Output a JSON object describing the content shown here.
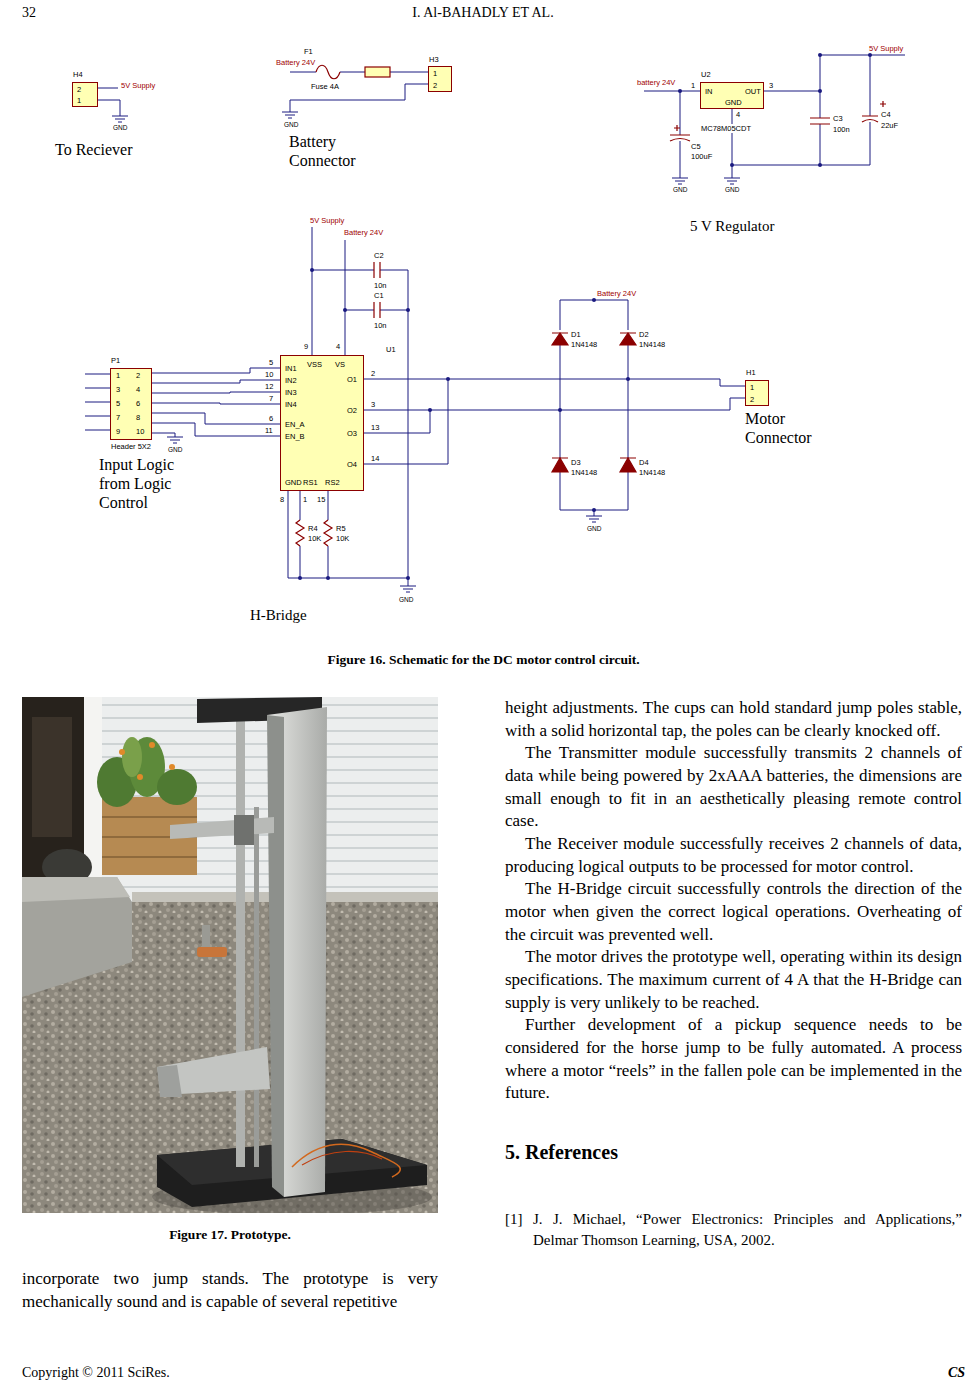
{
  "diagram": {
    "caption": "Figure 16. Schematic for the DC motor control circuit.",
    "nodes": [
      {
        "text": [
          "2",
          "1"
        ]
      },
      {
        "text": [
          "1",
          "2"
        ]
      },
      {
        "text": [
          "IN",
          "OUT",
          "GND"
        ]
      },
      {
        "text": [
          "1",
          "2",
          "3",
          "4",
          "5",
          "6",
          "7",
          "8",
          "9",
          "10"
        ]
      },
      {
        "text": [
          "IN1",
          "IN2",
          "IN3",
          "IN4",
          "EN_A",
          "EN_B",
          "VSS",
          "VS",
          "O1",
          "O2",
          "O3",
          "O4",
          "GND",
          "RS1",
          "RS2"
        ]
      },
      {
        "text": [
          "1",
          "2"
        ]
      }
    ],
    "edges": [
      {
        "from": 3,
        "to": 4,
        "arrow": "none"
      },
      {
        "from": 3,
        "to": 4,
        "arrow": "none"
      },
      {
        "from": 3,
        "to": 4,
        "arrow": "none"
      },
      {
        "from": 3,
        "to": 4,
        "arrow": "none"
      },
      {
        "from": 3,
        "to": 4,
        "arrow": "none"
      },
      {
        "from": 3,
        "to": 4,
        "arrow": "none"
      },
      {
        "from": 4,
        "to": 5,
        "arrow": "none"
      },
      {
        "from": 4,
        "to": 5,
        "arrow": "none"
      }
    ],
    "labels": [
      "32",
      "I. Al-BAHADLY ET AL.",
      "H4",
      "5V Supply",
      "GND",
      "To Reciever",
      "F1",
      "Battery 24V",
      "Fuse 4A",
      "H3",
      "GND",
      "Battery Connector",
      "U2",
      "battery 24V",
      "1",
      "3",
      "4",
      "MC78M05CDT",
      "C5",
      "100uF",
      "GND",
      "GND",
      "C3",
      "100n",
      "C4",
      "22uF",
      "5V Supply",
      "5 V Regulator",
      "5V Supply",
      "Battery 24V",
      "C2",
      "10n",
      "C1",
      "10n",
      "U1",
      "9",
      "4",
      "5",
      "10",
      "12",
      "7",
      "6",
      "11",
      "2",
      "3",
      "13",
      "14",
      "8",
      "1",
      "15",
      "R4",
      "10K",
      "R5",
      "10K",
      "GND",
      "P1",
      "Header 5X2",
      "GND",
      "Input Logic from Logic Control",
      "H-Bridge",
      "Battery 24V",
      "D1",
      "1N4148",
      "D2",
      "1N4148",
      "D3",
      "1N4148",
      "D4",
      "1N4148",
      "GND",
      "H1",
      "Motor Connector",
      "Figure 17. Prototype.",
      "incorporate two jump stands. The prototype is very mechanically sound and is capable of several repetitive",
      "height adjustments. The cups can hold standard jump poles stable, with a solid horizontal tap, the poles can be clearly knocked off.",
      "The Transmitter module successfully transmits 2 channels of data while being powered by 2xAAA batteries, the dimensions are small enough to fit in an aesthetically pleasing remote control case.",
      "The Receiver module successfully receives 2 channels of data, producing logical outputs to be processed for motor control.",
      "The H-Bridge circuit successfully controls the direction of the motor when given the correct logical operations. Overheating of the circuit was prevented well.",
      "The motor drives the prototype well, operating within its design specifications. The maximum current of 4 A that the H-Bridge can supply is very unlikely to be reached.",
      "Further development of a pickup sequence needs to be considered for the horse jump to be fully automated. A process where a motor “reels” in the fallen pole can be implemented in the future.",
      "5. References",
      "[1]",
      "J. J. Michael, “Power Electronics: Principles and Applications,” Delmar Thomson Learning, USA, 2002.",
      "Copyright © 2011 SciRes.",
      "CS"
    ]
  }
}
